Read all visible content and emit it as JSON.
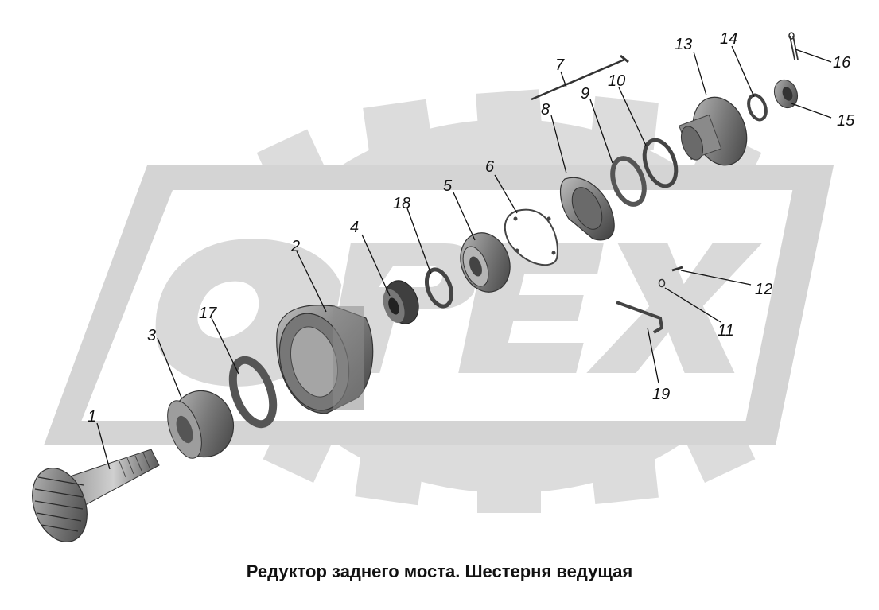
{
  "caption": "Редуктор заднего моста. Шестерня ведущая",
  "watermark": "ОРЕХ",
  "colors": {
    "watermark": "#d9d9d9",
    "part_dark": "#4a4a4a",
    "part_mid": "#8a8a8a",
    "part_light": "#c4c4c4"
  },
  "callouts": [
    {
      "id": "1",
      "label": "1"
    },
    {
      "id": "2",
      "label": "2"
    },
    {
      "id": "3",
      "label": "3"
    },
    {
      "id": "4",
      "label": "4"
    },
    {
      "id": "5",
      "label": "5"
    },
    {
      "id": "6",
      "label": "6"
    },
    {
      "id": "7",
      "label": "7"
    },
    {
      "id": "8",
      "label": "8"
    },
    {
      "id": "9",
      "label": "9"
    },
    {
      "id": "10",
      "label": "10"
    },
    {
      "id": "11",
      "label": "11"
    },
    {
      "id": "12",
      "label": "12"
    },
    {
      "id": "13",
      "label": "13"
    },
    {
      "id": "14",
      "label": "14"
    },
    {
      "id": "15",
      "label": "15"
    },
    {
      "id": "16",
      "label": "16"
    },
    {
      "id": "17",
      "label": "17"
    },
    {
      "id": "18",
      "label": "18"
    },
    {
      "id": "19",
      "label": "19"
    }
  ]
}
